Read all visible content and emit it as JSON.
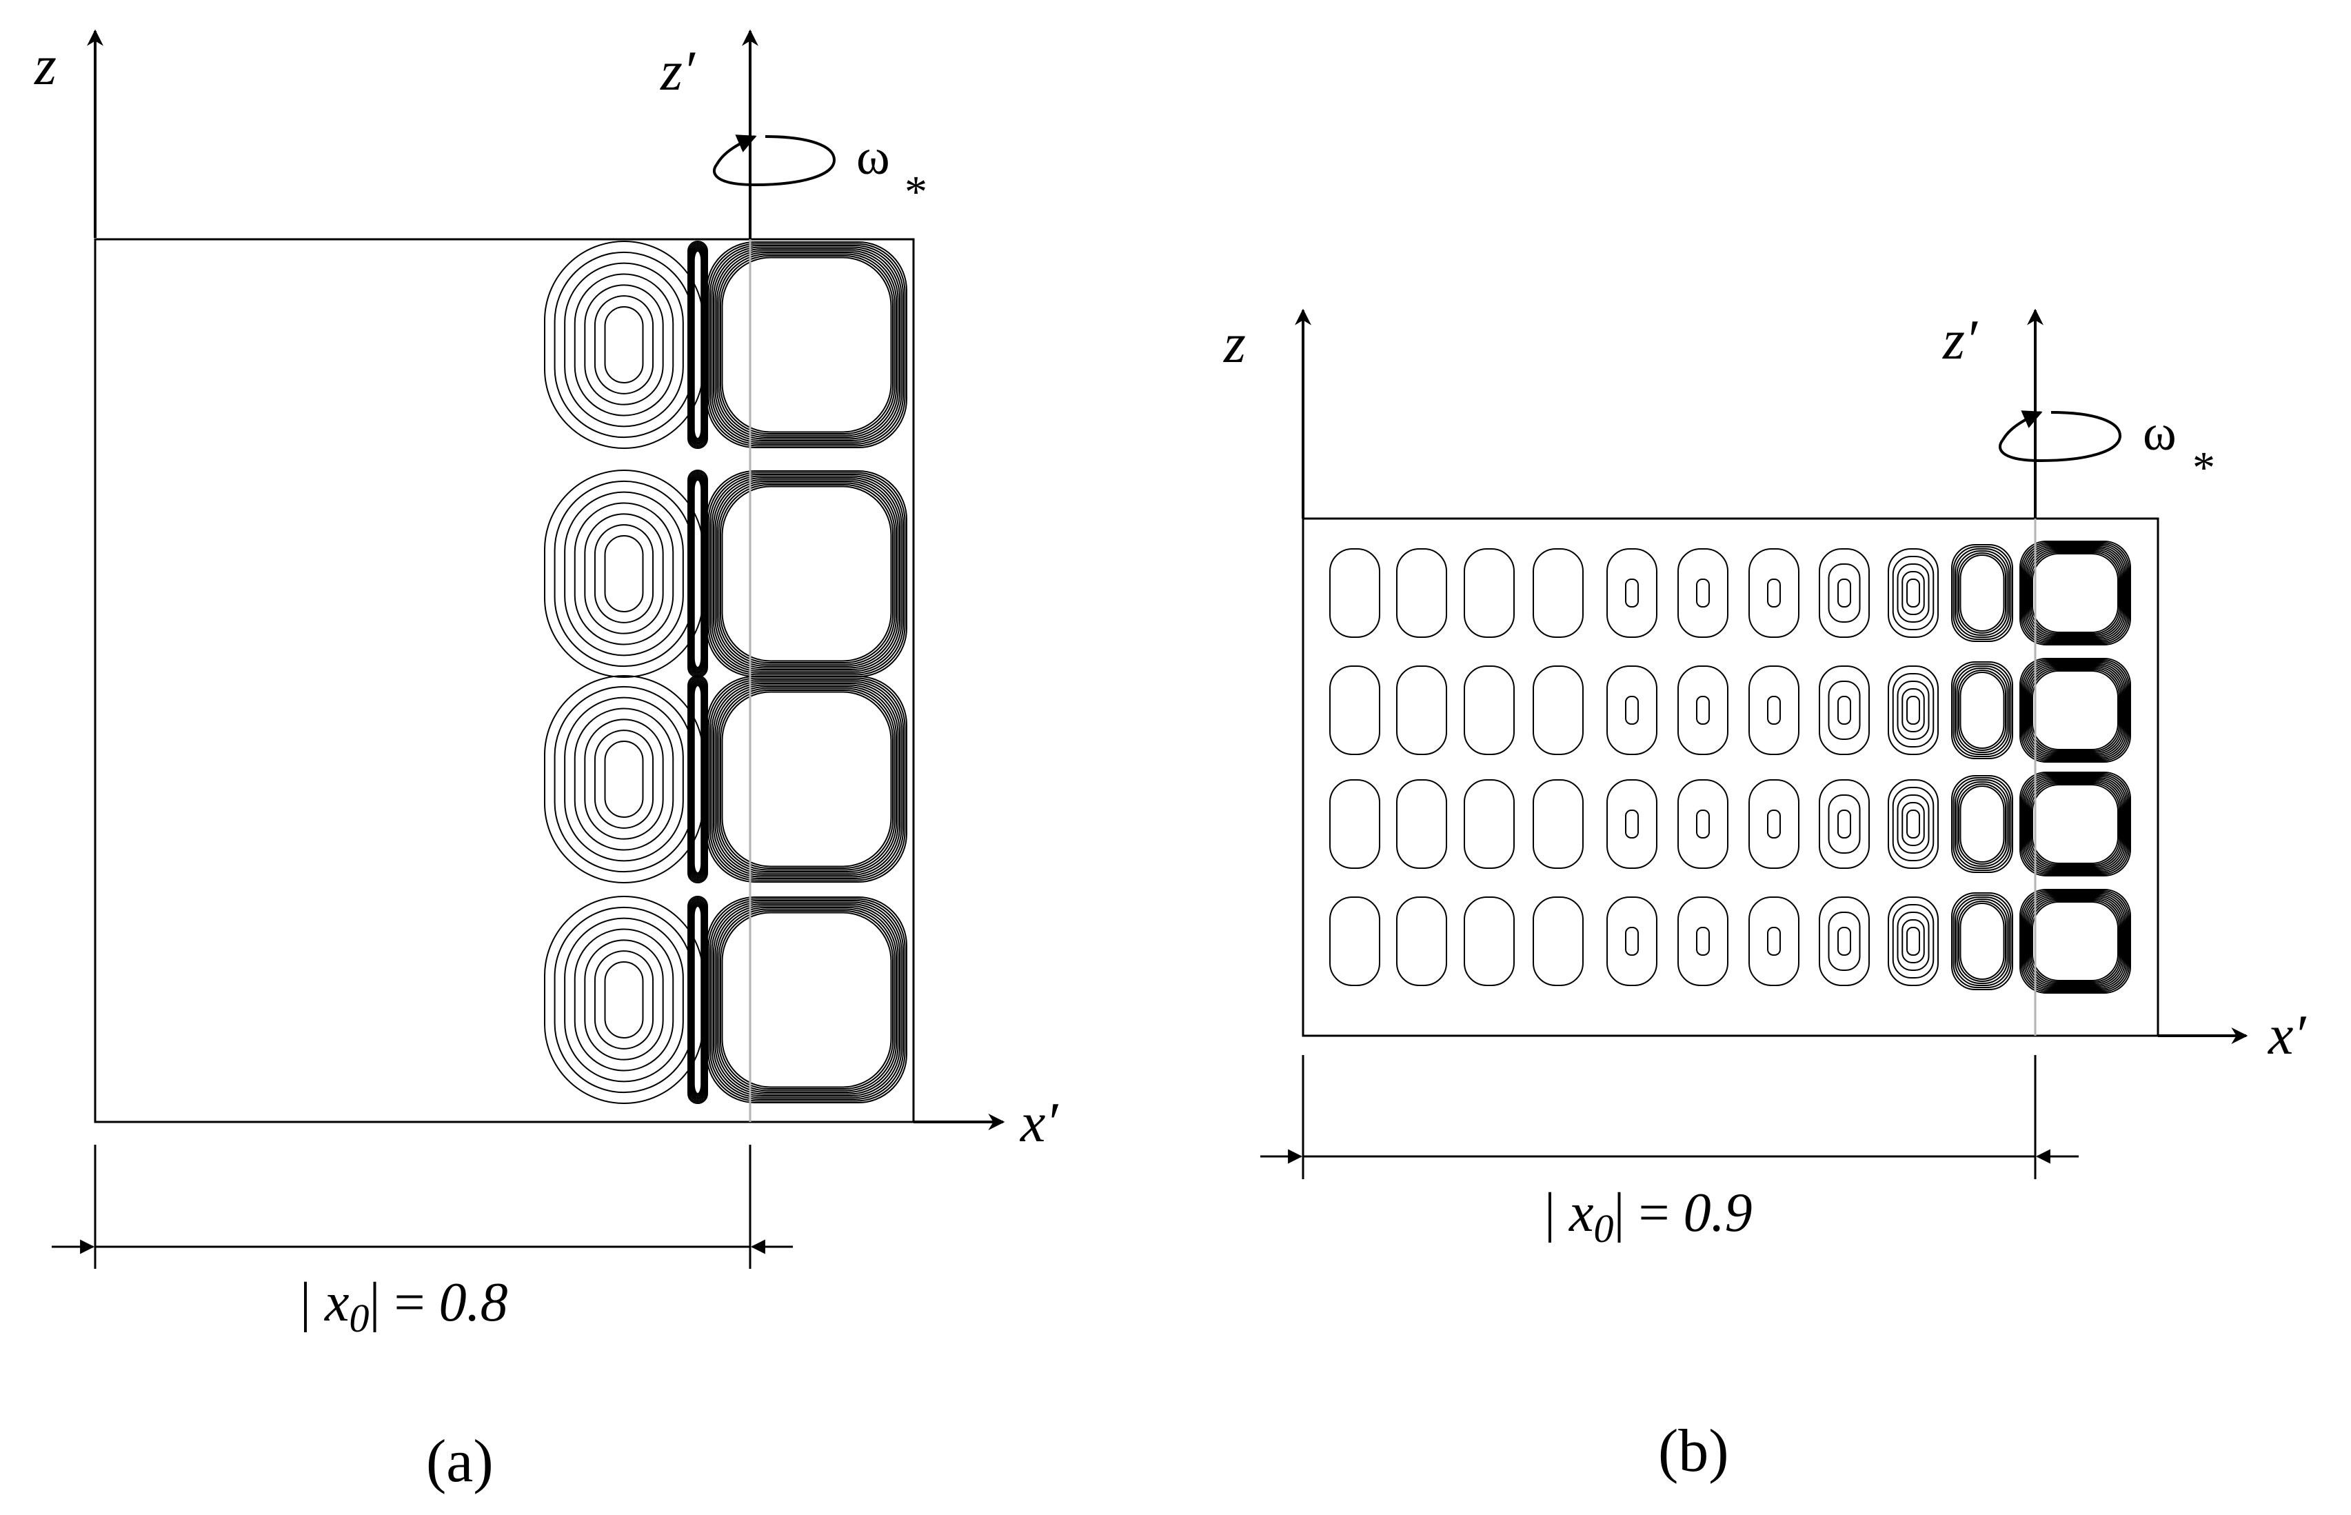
{
  "colors": {
    "ink": "#000000",
    "background": "#ffffff",
    "axis_guide": "#b4b4b4"
  },
  "panels": [
    {
      "id": "a",
      "caption": "(a)",
      "axis_z": "z",
      "axis_z_prime": "z′",
      "axis_x_prime": "x′",
      "rotation_symbol": "ω",
      "rotation_subscript": "*",
      "dimension_label": {
        "open_bar": "| ",
        "x": "x",
        "subscript": "0",
        "close": "| = ",
        "value": "0.8"
      }
    },
    {
      "id": "b",
      "caption": "(b)",
      "axis_z": "z",
      "axis_z_prime": "z′",
      "axis_x_prime": "x′",
      "rotation_symbol": "ω",
      "rotation_subscript": "*",
      "dimension_label": {
        "open_bar": "| ",
        "x": "x",
        "subscript": "0",
        "close": "| = ",
        "value": "0.9"
      }
    }
  ]
}
